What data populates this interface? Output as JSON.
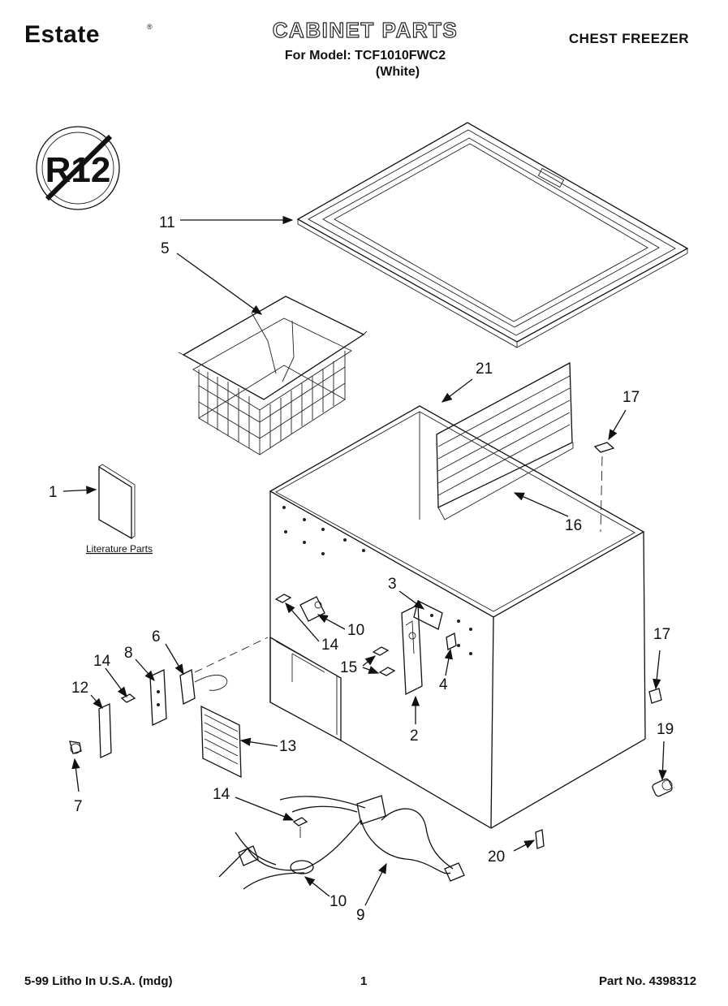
{
  "header": {
    "brand": "Estate",
    "brand_mark": "®",
    "title": "CABINET PARTS",
    "model_line": "For Model: TCF1010FWC2",
    "model_color": "(White)",
    "product_type": "CHEST FREEZER"
  },
  "badge": {
    "text": "R12"
  },
  "literature_label": "Literature Parts",
  "callouts": {
    "c1": "1",
    "c2": "2",
    "c3": "3",
    "c4": "4",
    "c5": "5",
    "c6": "6",
    "c7": "7",
    "c8": "8",
    "c9": "9",
    "c10a": "10",
    "c10b": "10",
    "c11": "11",
    "c12": "12",
    "c13": "13",
    "c14a": "14",
    "c14b": "14",
    "c14c": "14",
    "c15": "15",
    "c16": "16",
    "c17a": "17",
    "c17b": "17",
    "c19": "19",
    "c20": "20",
    "c21": "21"
  },
  "footer": {
    "left": "5-99 Litho In U.S.A. (mdg)",
    "page": "1",
    "part_no": "Part No. 4398312"
  }
}
